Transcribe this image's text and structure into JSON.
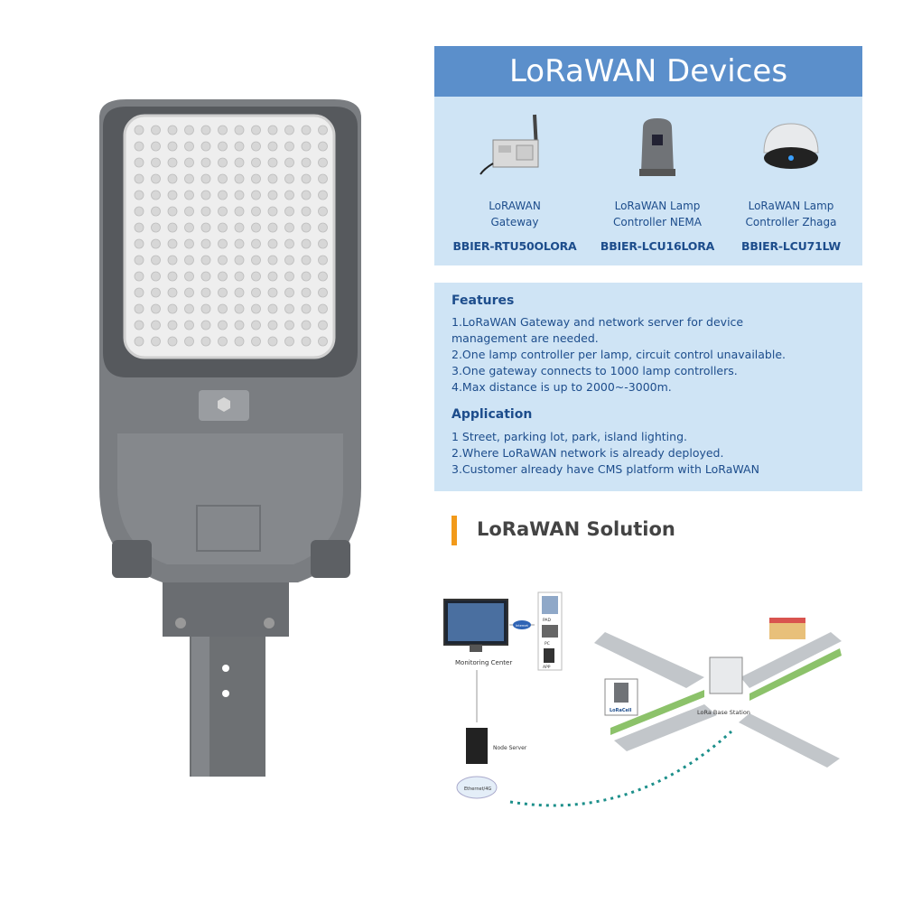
{
  "header": {
    "title": "LoRaWAN Devices"
  },
  "devices": [
    {
      "name": "LoRAWAN\nGateway",
      "model": "BBIER-RTU50OLORA",
      "icon": "gateway-icon"
    },
    {
      "name": "LoRaWAN Lamp\nController NEMA",
      "model": "BBIER-LCU16LORA",
      "icon": "nema-controller-icon"
    },
    {
      "name": "LoRaWAN Lamp\nController Zhaga",
      "model": "BBIER-LCU71LW",
      "icon": "zhaga-controller-icon"
    }
  ],
  "features": {
    "title": "Features",
    "lines": [
      "1.LoRaWAN Gateway and network server for device",
      "management are needed.",
      "2.One lamp controller per lamp, circuit control unavailable.",
      "3.One gateway connects to 1000 lamp controllers.",
      "4.Max distance is up to 2000~-3000m."
    ]
  },
  "application": {
    "title": "Application",
    "lines": [
      "1 Street, parking lot, park, island lighting.",
      "2.Where LoRaWAN network is already deployed.",
      "3.Customer already have CMS platform with LoRaWAN"
    ]
  },
  "solution": {
    "title": "LoRaWAN Solution"
  },
  "diagram": {
    "monitoring_center": "Monitoring Center",
    "node_server": "Node Server",
    "cloud_label": "Ethernet/4G",
    "base_station": "LoRa Base Station",
    "loracell": "LoRaCell",
    "device_labels": [
      "PAD",
      "PC",
      "APP"
    ],
    "link_label": "Internet"
  },
  "colors": {
    "header": "#5b8fcb",
    "panel": "#cfe4f5",
    "text": "#1d4d8c",
    "accent": "#f29a1a"
  }
}
